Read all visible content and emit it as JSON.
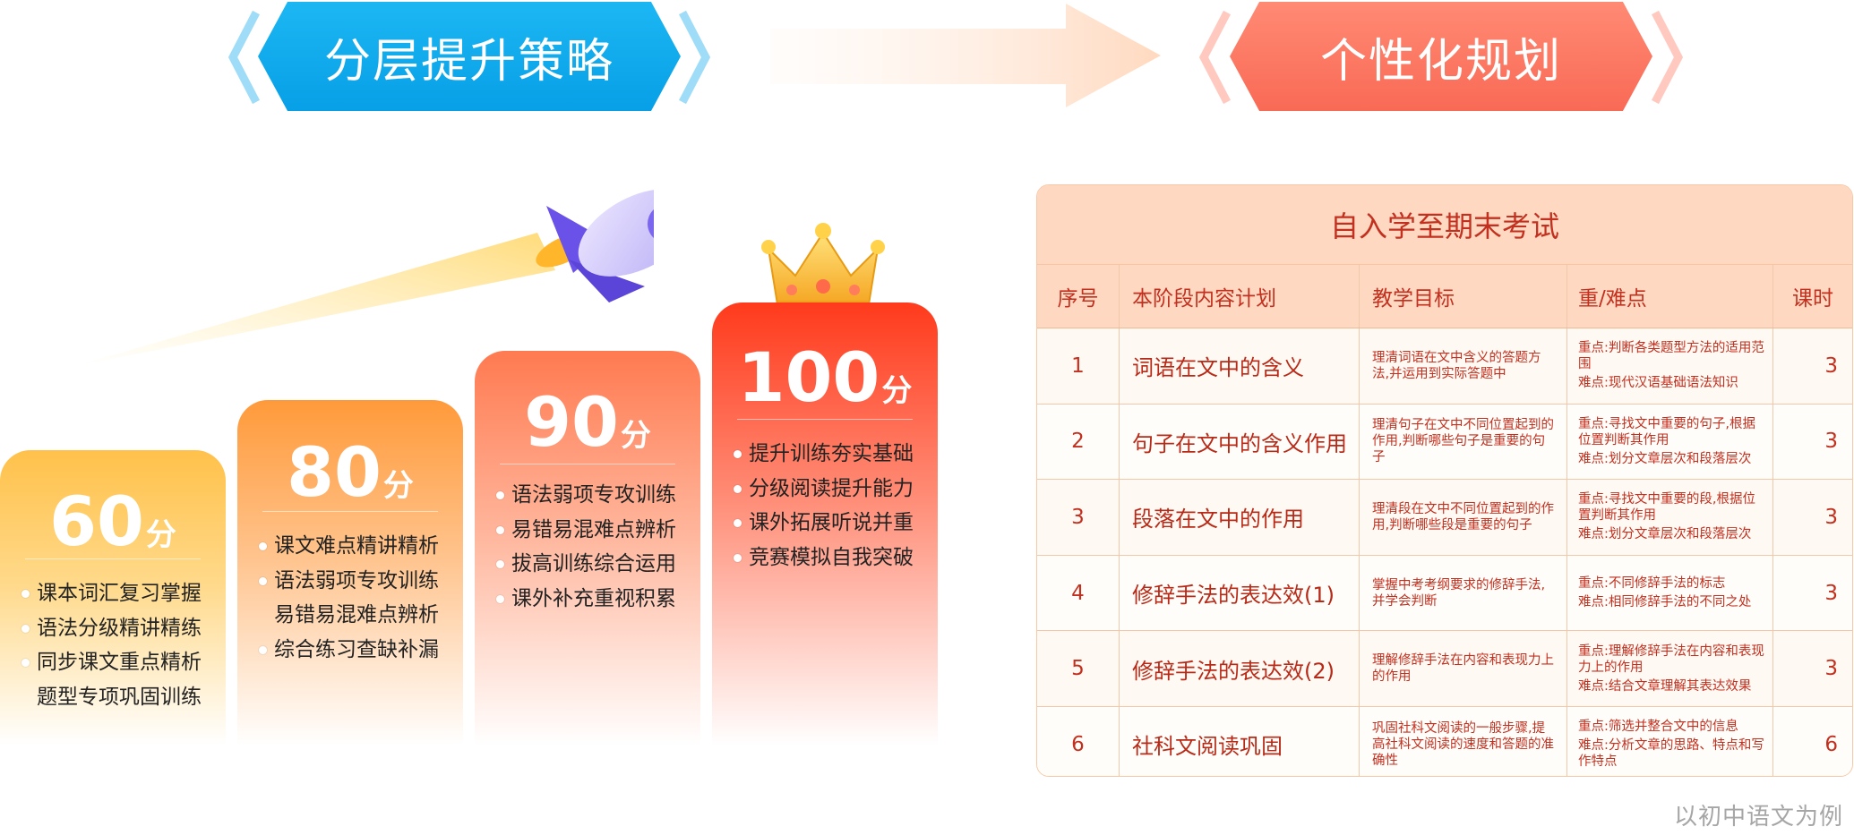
{
  "banners": {
    "left": "分层提升策略",
    "right": "个性化规划"
  },
  "levels": [
    {
      "score": "60",
      "unit": "分",
      "items": [
        "课本词汇复习掌握",
        "语法分级精讲精练",
        "同步课文重点精析",
        "题型专项巩固训练"
      ]
    },
    {
      "score": "80",
      "unit": "分",
      "items": [
        "课文难点精讲精析",
        "语法弱项专攻训练",
        "易错易混难点辨析",
        "综合练习查缺补漏"
      ]
    },
    {
      "score": "90",
      "unit": "分",
      "items": [
        "语法弱项专攻训练",
        "易错易混难点辨析",
        "拔高训练综合运用",
        "课外补充重视积累"
      ]
    },
    {
      "score": "100",
      "unit": "分",
      "items": [
        "提升训练夯实基础",
        "分级阅读提升能力",
        "课外拓展听说并重",
        "竞赛模拟自我突破"
      ]
    }
  ],
  "table": {
    "title": "自入学至期末考试",
    "headers": [
      "序号",
      "本阶段内容计划",
      "教学目标",
      "重/难点",
      "课时"
    ],
    "rows": [
      {
        "no": "1",
        "content": "词语在文中的含义",
        "goal": "理清词语在文中含义的答题方法,并运用到实际答题中",
        "key": "重点:判断各类题型方法的适用范围",
        "difficulty": "难点:现代汉语基础语法知识",
        "hours": "3"
      },
      {
        "no": "2",
        "content": "句子在文中的含义作用",
        "goal": "理清句子在文中不同位置起到的作用,判断哪些句子是重要的句子",
        "key": "重点:寻找文中重要的句子,根据位置判断其作用",
        "difficulty": "难点:划分文章层次和段落层次",
        "hours": "3"
      },
      {
        "no": "3",
        "content": "段落在文中的作用",
        "goal": "理清段在文中不同位置起到的作用,判断哪些段是重要的句子",
        "key": "重点:寻找文中重要的段,根据位置判断其作用",
        "difficulty": "难点:划分文章层次和段落层次",
        "hours": "3"
      },
      {
        "no": "4",
        "content": "修辞手法的表达效(1)",
        "goal": "掌握中考考纲要求的修辞手法,并学会判断",
        "key": "重点:不同修辞手法的标志",
        "difficulty": "难点:相同修辞手法的不同之处",
        "hours": "3"
      },
      {
        "no": "5",
        "content": "修辞手法的表达效(2)",
        "goal": "理解修辞手法在内容和表现力上的作用",
        "key": "重点:理解修辞手法在内容和表现力上的作用",
        "difficulty": "难点:结合文章理解其表达效果",
        "hours": "3"
      },
      {
        "no": "6",
        "content": "社科文阅读巩固",
        "goal": "巩固社科文阅读的一般步骤,提高社科文阅读的速度和答题的准确性",
        "key": "重点:筛选并整合文中的信息",
        "difficulty": "难点:分析文章的思路、特点和写作特点",
        "hours": "6"
      }
    ]
  },
  "caption": "以初中语文为例",
  "icons": [
    "chevron-left-icon",
    "chevron-right-icon",
    "arrow-right-icon",
    "rocket-icon",
    "crown-icon"
  ],
  "colors": {
    "blue": "#079fe6",
    "coral": "#f96a55",
    "table_header": "#ffd8c2",
    "table_text": "#c2301f"
  }
}
